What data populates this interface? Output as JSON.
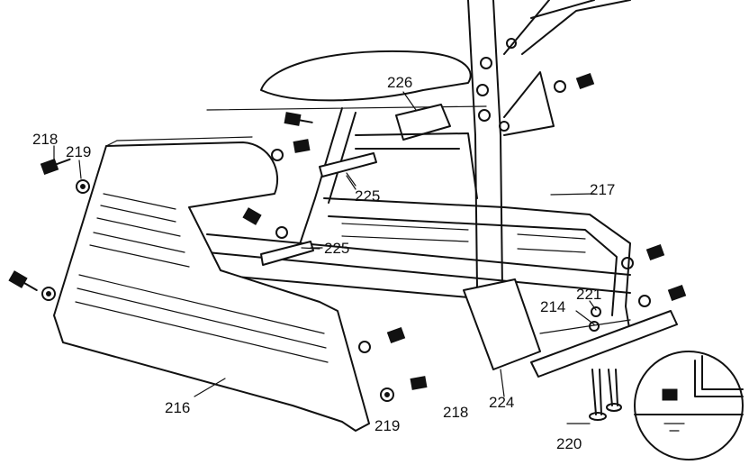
{
  "diagram": {
    "labels": {
      "l226": "226",
      "l218a": "218",
      "l219a": "219",
      "l225a": "225",
      "l225b": "225",
      "l217": "217",
      "l221": "221",
      "l214": "214",
      "l216": "216",
      "l224": "224",
      "l219b": "219",
      "l218b": "218",
      "l220": "220"
    }
  }
}
